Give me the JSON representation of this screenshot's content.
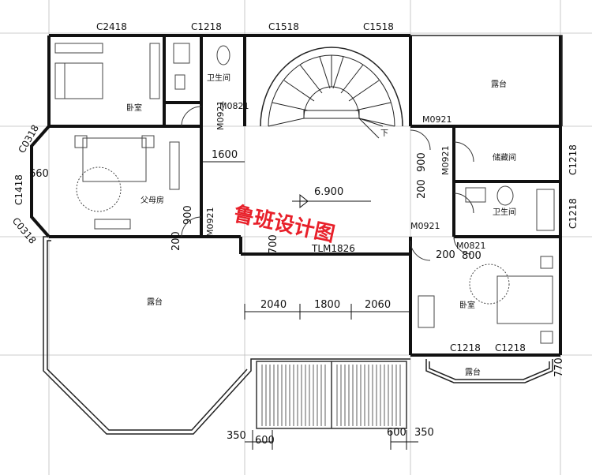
{
  "rooms": {
    "bedroom_nw": "卧室",
    "bath_n": "卫生间",
    "terrace_ne": "露台",
    "storage": "储藏间",
    "parents_room": "父母房",
    "bath_e": "卫生间",
    "terrace_sw": "露台",
    "bedroom_se": "卧室",
    "terrace_s": "露台"
  },
  "windows": {
    "c2418": "C2418",
    "c1218_n": "C1218",
    "c1518_a": "C1518",
    "c1518_b": "C1518",
    "c0318_a": "C0318",
    "c1418": "C1418",
    "c0318_b": "C0318",
    "c1218_e1": "C1218",
    "c1218_e2": "C1218",
    "c1218_s1": "C1218",
    "c1218_s2": "C1218",
    "tlm": "TLM1826"
  },
  "doors": {
    "m0821_a": "M0821",
    "m0921_a": "M0921",
    "m0921_b": "M0921",
    "m0921_c": "M0921",
    "m0921_d": "M0921",
    "m0821_b": "M0821",
    "m0921_e": "M0921"
  },
  "dimensions": {
    "d660": "660",
    "d1600": "1600",
    "d900_a": "900",
    "d200_a": "200",
    "d900_b": "900",
    "d200_b": "200",
    "d200_c": "200",
    "d800": "800",
    "d700": "700",
    "d770": "770",
    "d2040": "2040",
    "d1800": "1800",
    "d2060": "2060",
    "d350_a": "350",
    "d600_a": "600",
    "d600_b": "600",
    "d350_b": "350"
  },
  "level": "6.900",
  "stair_mark": "下",
  "watermark": "鲁班设计图"
}
